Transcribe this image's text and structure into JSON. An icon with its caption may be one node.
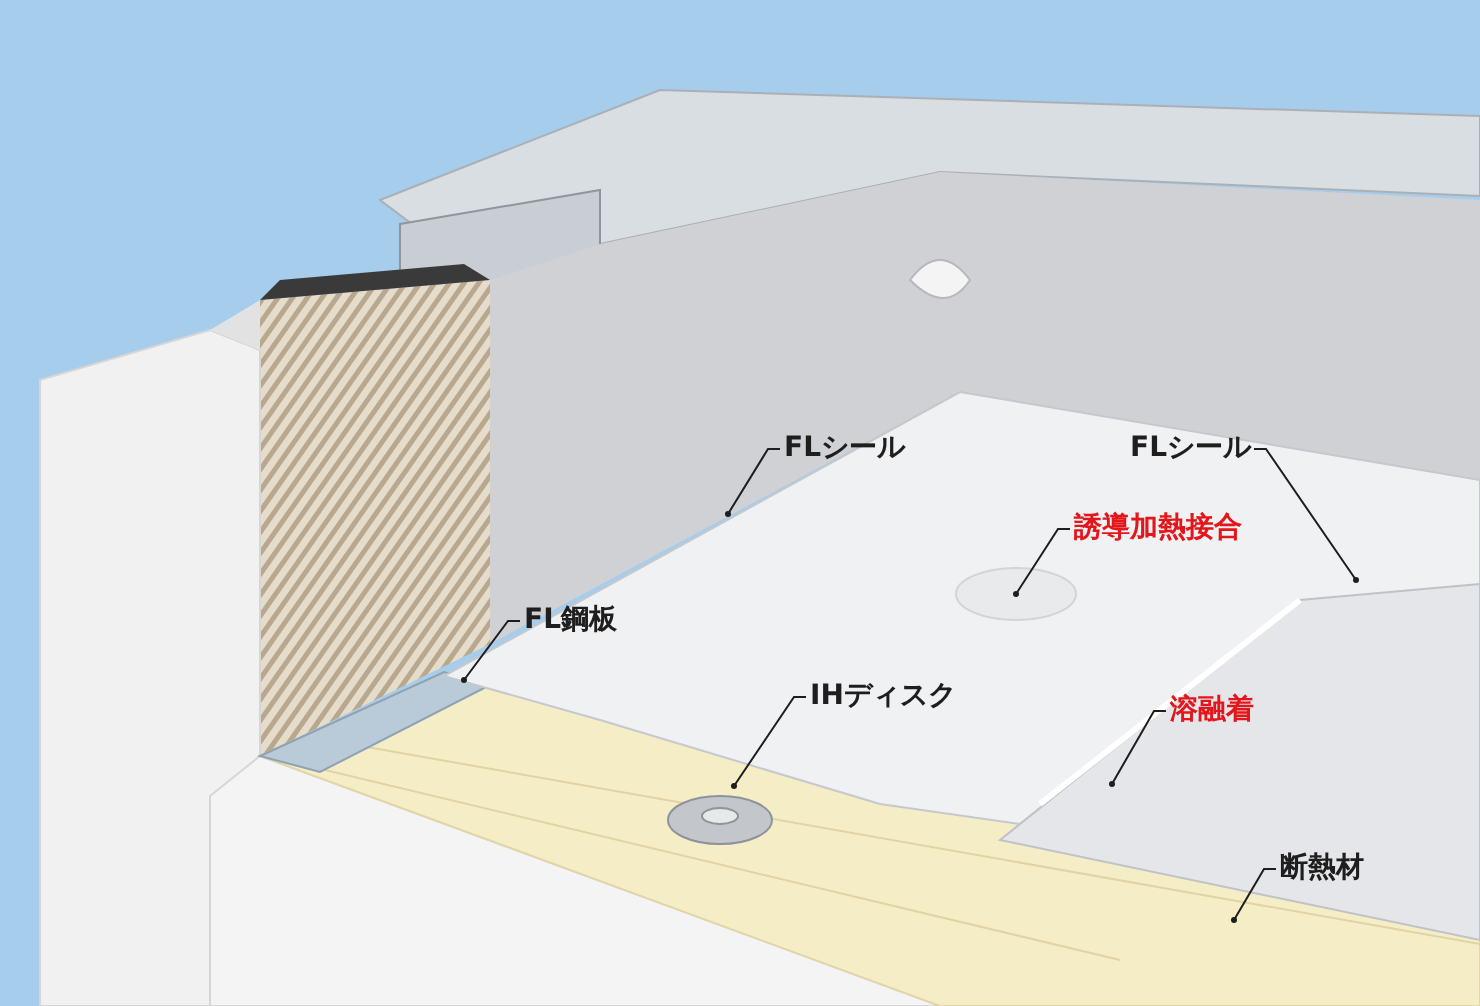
{
  "diagram": {
    "nodes": [
      {
        "text": [
          "FLシール"
        ]
      },
      {
        "text": [
          "FLシール"
        ]
      },
      {
        "text": [
          "誘導加熱接合"
        ]
      },
      {
        "text": [
          "FL鋼板"
        ]
      },
      {
        "text": [
          "IHディスク"
        ]
      },
      {
        "text": [
          "溶融着"
        ]
      },
      {
        "text": [
          "断熱材"
        ]
      }
    ],
    "edges": [
      {
        "from": 0,
        "to": null,
        "arrow": "other"
      },
      {
        "from": 1,
        "to": null,
        "arrow": "other"
      },
      {
        "from": 2,
        "to": null,
        "arrow": "other"
      },
      {
        "from": 3,
        "to": null,
        "arrow": "other"
      },
      {
        "from": 4,
        "to": null,
        "arrow": "other"
      },
      {
        "from": 5,
        "to": null,
        "arrow": "other"
      },
      {
        "from": 6,
        "to": null,
        "arrow": "other"
      }
    ]
  }
}
